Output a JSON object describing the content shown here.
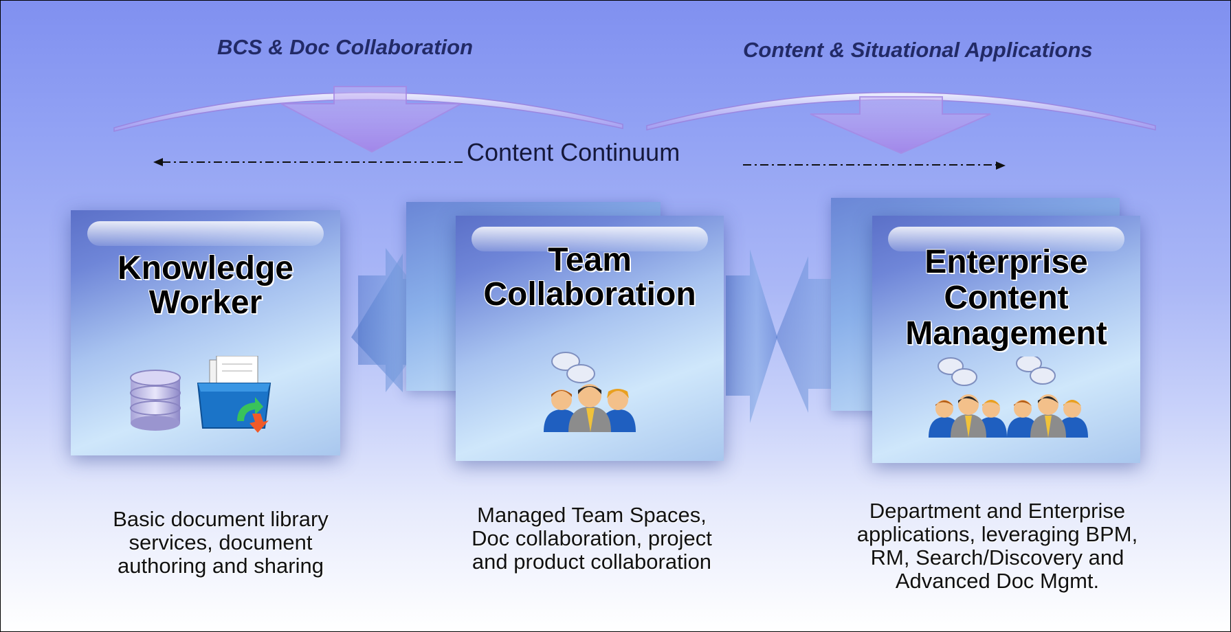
{
  "headers": {
    "left": "BCS & Doc Collaboration",
    "right": "Content & Situational Applications"
  },
  "continuum": "Content Continuum",
  "boxes": [
    {
      "title_lines": [
        "Knowledge",
        "Worker"
      ],
      "description_lines": [
        "Basic document library",
        "services, document",
        "authoring and sharing"
      ],
      "icons": [
        "database-icon",
        "document-folder-icon"
      ]
    },
    {
      "title_lines": [
        "Team",
        "Collaboration"
      ],
      "description_lines": [
        "Managed Team Spaces,",
        "Doc collaboration, project",
        "and product collaboration"
      ],
      "icons": [
        "team-people-icon"
      ]
    },
    {
      "title_lines": [
        "Enterprise",
        "Content",
        "Management"
      ],
      "description_lines": [
        "Department and Enterprise",
        "applications, leveraging BPM,",
        "RM, Search/Discovery and",
        "Advanced Doc Mgmt."
      ],
      "icons": [
        "enterprise-people-icon"
      ]
    }
  ],
  "colors": {
    "background_top": "#8090f0",
    "background_bottom": "#ffffff",
    "box_blue": "#6f86d8",
    "arc_purple": "#8f62d6"
  }
}
